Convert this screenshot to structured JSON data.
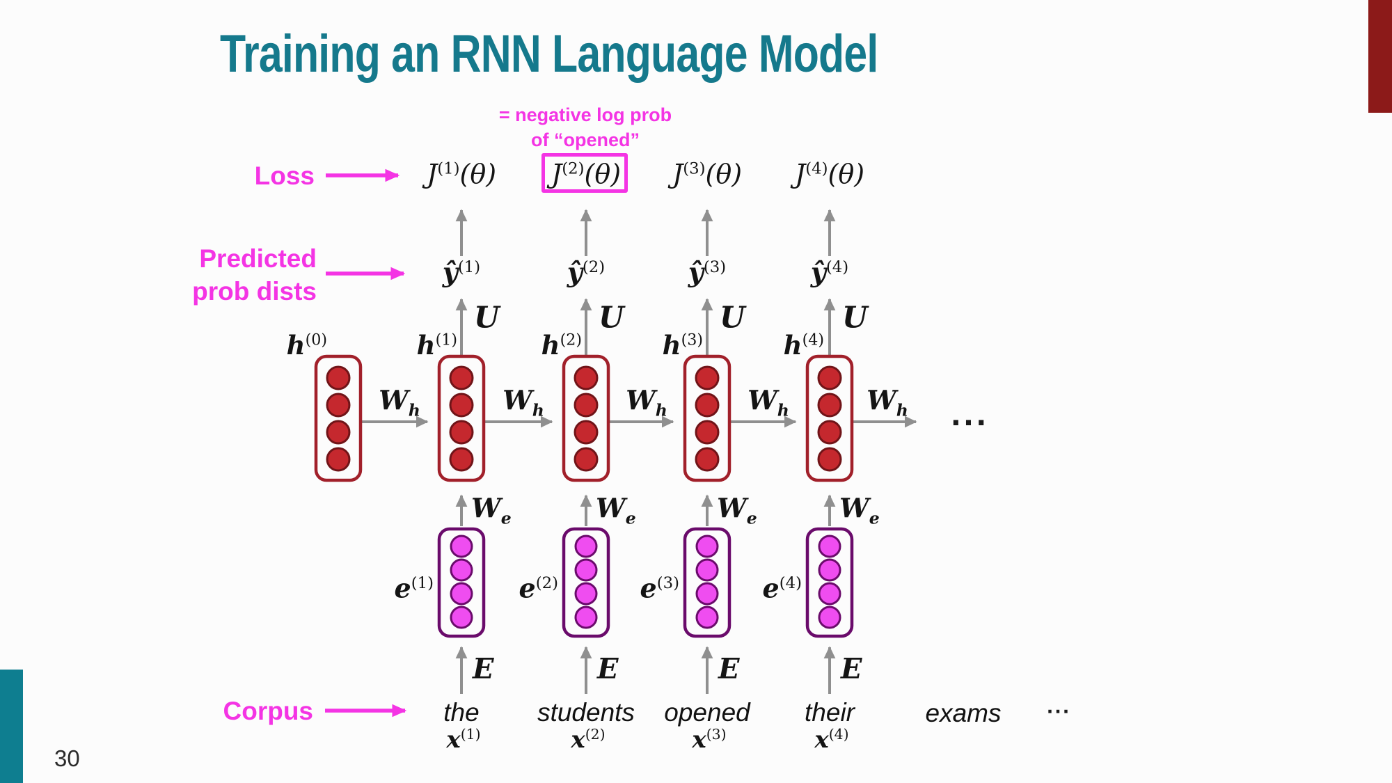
{
  "colors": {
    "title_teal": "#15798c",
    "accent_magenta": "#f434e4",
    "hidden_fill": "#c5282e",
    "hidden_stroke": "#701418",
    "hidden_box_stroke": "#a1202a",
    "embed_fill": "#ef4df0",
    "embed_stroke": "#6a0b6b",
    "embed_box_stroke": "#6a0b6b",
    "arrow_gray": "#8f8f8f",
    "corner_red": "#8c1a19",
    "corner_teal": "#0e7e90"
  },
  "slide": {
    "title": "Training an RNN Language Model",
    "page_number": "30"
  },
  "note": {
    "line1": "= negative log prob",
    "line2": "of “opened”"
  },
  "labels": {
    "loss": "Loss",
    "predicted_line1": "Predicted",
    "predicted_line2": "prob dists",
    "corpus": "Corpus"
  },
  "ellipses": {
    "hidden_chain": "...",
    "corpus": "..."
  },
  "diagram": {
    "initial_hidden": {
      "base": "h",
      "sup": "(0)"
    },
    "weights": {
      "w_base": "W",
      "wh_sub": "h",
      "we_sub": "e",
      "u": "U",
      "e_matrix": "E"
    },
    "columns": [
      {
        "loss_base": "J",
        "loss_sup": "(1)",
        "loss_arg": "(θ)",
        "yhat_base": "ŷ",
        "yhat_sup": "(1)",
        "hidden_base": "h",
        "hidden_sup": "(1)",
        "embed_base": "e",
        "embed_sup": "(1)",
        "word": "the",
        "x_base": "x",
        "x_sup": "(1)"
      },
      {
        "loss_base": "J",
        "loss_sup": "(2)",
        "loss_arg": "(θ)",
        "yhat_base": "ŷ",
        "yhat_sup": "(2)",
        "hidden_base": "h",
        "hidden_sup": "(2)",
        "embed_base": "e",
        "embed_sup": "(2)",
        "word": "students",
        "x_base": "x",
        "x_sup": "(2)"
      },
      {
        "loss_base": "J",
        "loss_sup": "(3)",
        "loss_arg": "(θ)",
        "yhat_base": "ŷ",
        "yhat_sup": "(3)",
        "hidden_base": "h",
        "hidden_sup": "(3)",
        "embed_base": "e",
        "embed_sup": "(3)",
        "word": "opened",
        "x_base": "x",
        "x_sup": "(3)"
      },
      {
        "loss_base": "J",
        "loss_sup": "(4)",
        "loss_arg": "(θ)",
        "yhat_base": "ŷ",
        "yhat_sup": "(4)",
        "hidden_base": "h",
        "hidden_sup": "(4)",
        "embed_base": "e",
        "embed_sup": "(4)",
        "word": "their",
        "x_base": "x",
        "x_sup": "(4)"
      }
    ],
    "extra_word": "exams"
  }
}
